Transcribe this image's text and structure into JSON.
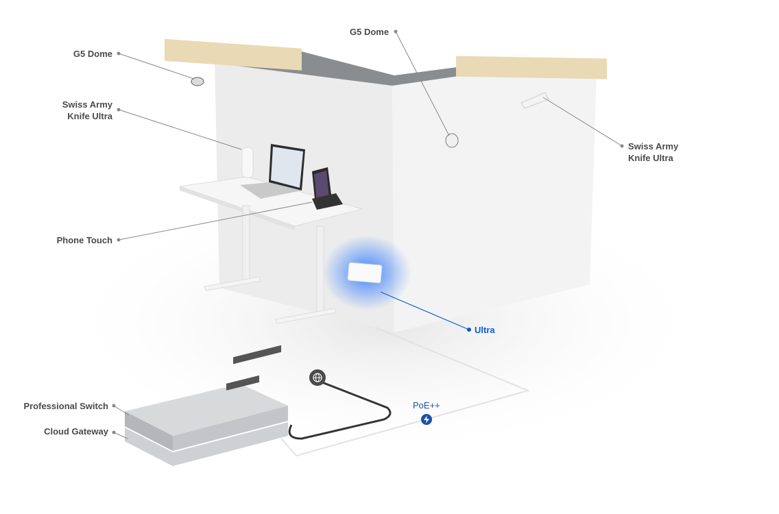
{
  "labels": {
    "g5_dome_left": "G5 Dome",
    "g5_dome_top": "G5 Dome",
    "swiss_left_line1": "Swiss Army",
    "swiss_left_line2": "Knife Ultra",
    "swiss_right_line1": "Swiss Army",
    "swiss_right_line2": "Knife Ultra",
    "phone_touch": "Phone Touch",
    "ultra": "Ultra",
    "professional_switch": "Professional Switch",
    "cloud_gateway": "Cloud Gateway",
    "poe": "PoE++"
  },
  "icons": {
    "internet": "globe-icon",
    "power": "lightning-bolt-icon"
  },
  "colors": {
    "accent": "#0a5ad4",
    "label": "#4a4a4a",
    "poe_badge": "#1c4fa8"
  }
}
